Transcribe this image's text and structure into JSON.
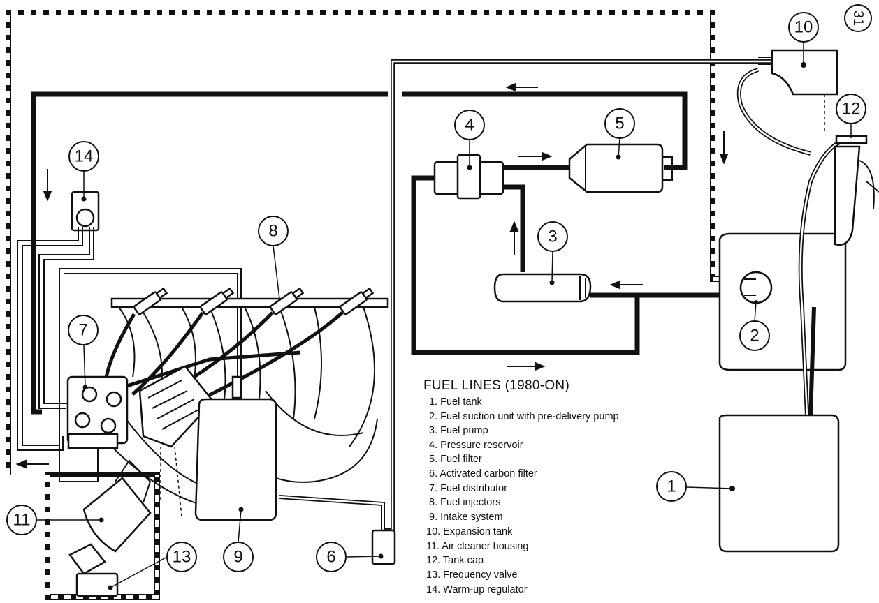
{
  "page_badge": "31",
  "legend": {
    "title": "FUEL LINES (1980-ON)",
    "items": [
      "1.  Fuel tank",
      "2.  Fuel suction unit with pre-delivery pump",
      "3.  Fuel pump",
      "4.  Pressure reservoir",
      "5.  Fuel filter",
      "6.  Activated carbon filter",
      "7.  Fuel distributor",
      "8.  Fuel injectors",
      "9.  Intake system",
      "10. Expansion tank",
      "11. Air cleaner housing",
      "12. Tank cap",
      "13. Frequency valve",
      "14. Warm-up regulator"
    ]
  },
  "callouts": {
    "c1": "1",
    "c2": "2",
    "c3": "3",
    "c4": "4",
    "c5": "5",
    "c6": "6",
    "c7": "7",
    "c8": "8",
    "c9": "9",
    "c10": "10",
    "c11": "11",
    "c12": "12",
    "c13": "13",
    "c14": "14"
  }
}
